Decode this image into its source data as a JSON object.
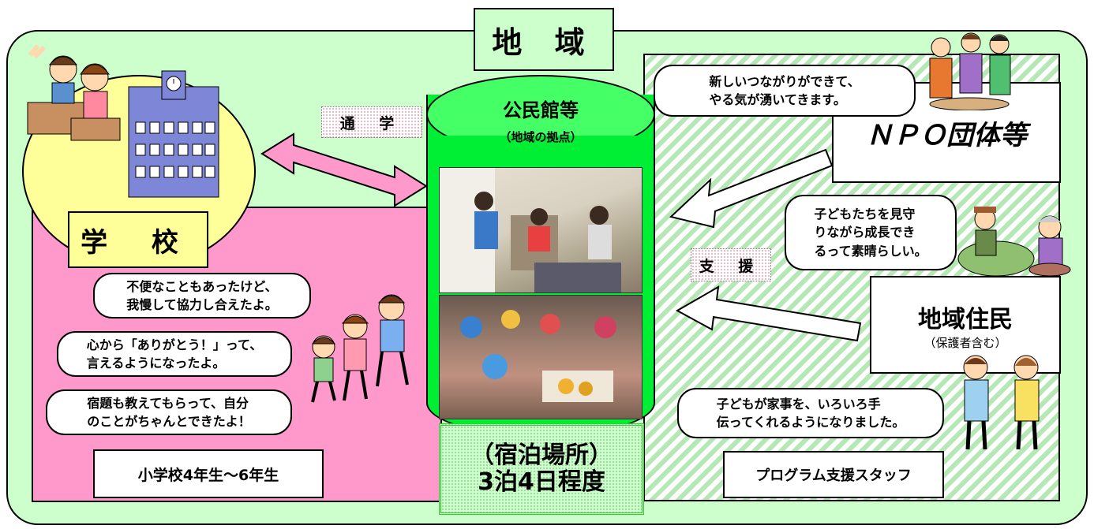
{
  "region": {
    "title": "地 域"
  },
  "center": {
    "title": "公民館等",
    "subtitle": "（地域の拠点）",
    "stay_line1": "（宿泊場所）",
    "stay_line2": "3泊4日程度"
  },
  "school": {
    "label": "学 校"
  },
  "arrows": {
    "commute": "通 学",
    "support": "支 援"
  },
  "students": {
    "label": "小学校4年生～6年生",
    "quotes": [
      "不便なこともあったけど、\n我慢して協力し合えたよ。",
      "心から「ありがとう！」って、\n言えるようになったよ。",
      "宿題も教えてもらって、自分\nのことがちゃんとできたよ！"
    ]
  },
  "npo": {
    "label": "ＮＰＯ団体等",
    "quote": "新しいつながりができて、\nやる気が湧いてきます。"
  },
  "residents": {
    "label": "地域住民",
    "sublabel": "（保護者含む）",
    "quote": "子どもたちを見守\nりながら成長でき\nるって素晴らしい。"
  },
  "staff": {
    "label": "プログラム支援スタッフ",
    "quote": "子どもが家事を、いろいろ手\n伝ってくれるようになりました。"
  },
  "colors": {
    "background": "#ccffcc",
    "school": "#ffff99",
    "students": "#ff99cc",
    "center": "#00ee33",
    "arrow": "#ff99cc"
  }
}
